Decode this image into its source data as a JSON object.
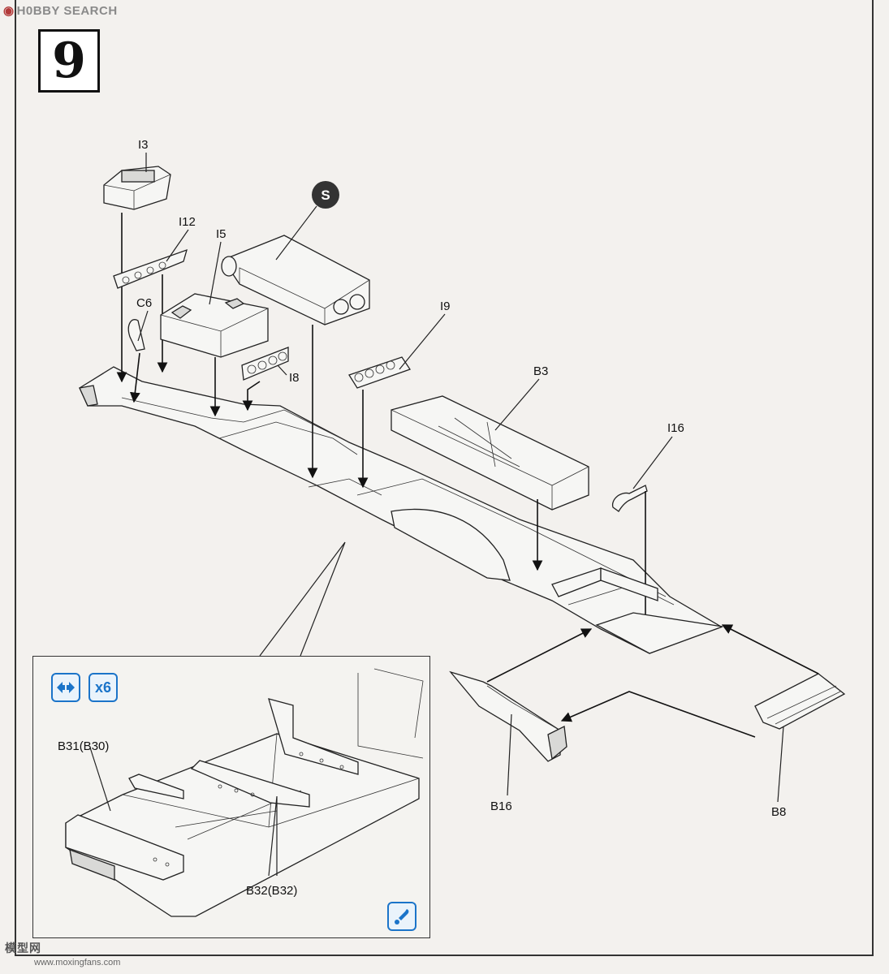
{
  "watermark": {
    "brand": "H0BBY SEARCH",
    "bottom_text": "模型网",
    "url": "www.moxingfans.com"
  },
  "step": {
    "number": "9"
  },
  "badges": {
    "paint_symbol": "S",
    "repeat_count": "x6"
  },
  "labels": {
    "I3": "I3",
    "I12": "I12",
    "I5": "I5",
    "C6": "C6",
    "I8": "I8",
    "I9": "I9",
    "B3": "B3",
    "I16": "I16",
    "B16": "B16",
    "B8": "B8"
  },
  "inset_labels": {
    "b31": "B31(B30)",
    "b32": "B32(B32)"
  },
  "icons": {
    "paint": "paint-circle-icon",
    "symmetry": "mirror-arrows-icon",
    "repeat": "repeat-x6-icon",
    "glue": "glue-brush-icon"
  },
  "colors": {
    "accent_blue": "#1b74c9",
    "line": "#222222"
  }
}
